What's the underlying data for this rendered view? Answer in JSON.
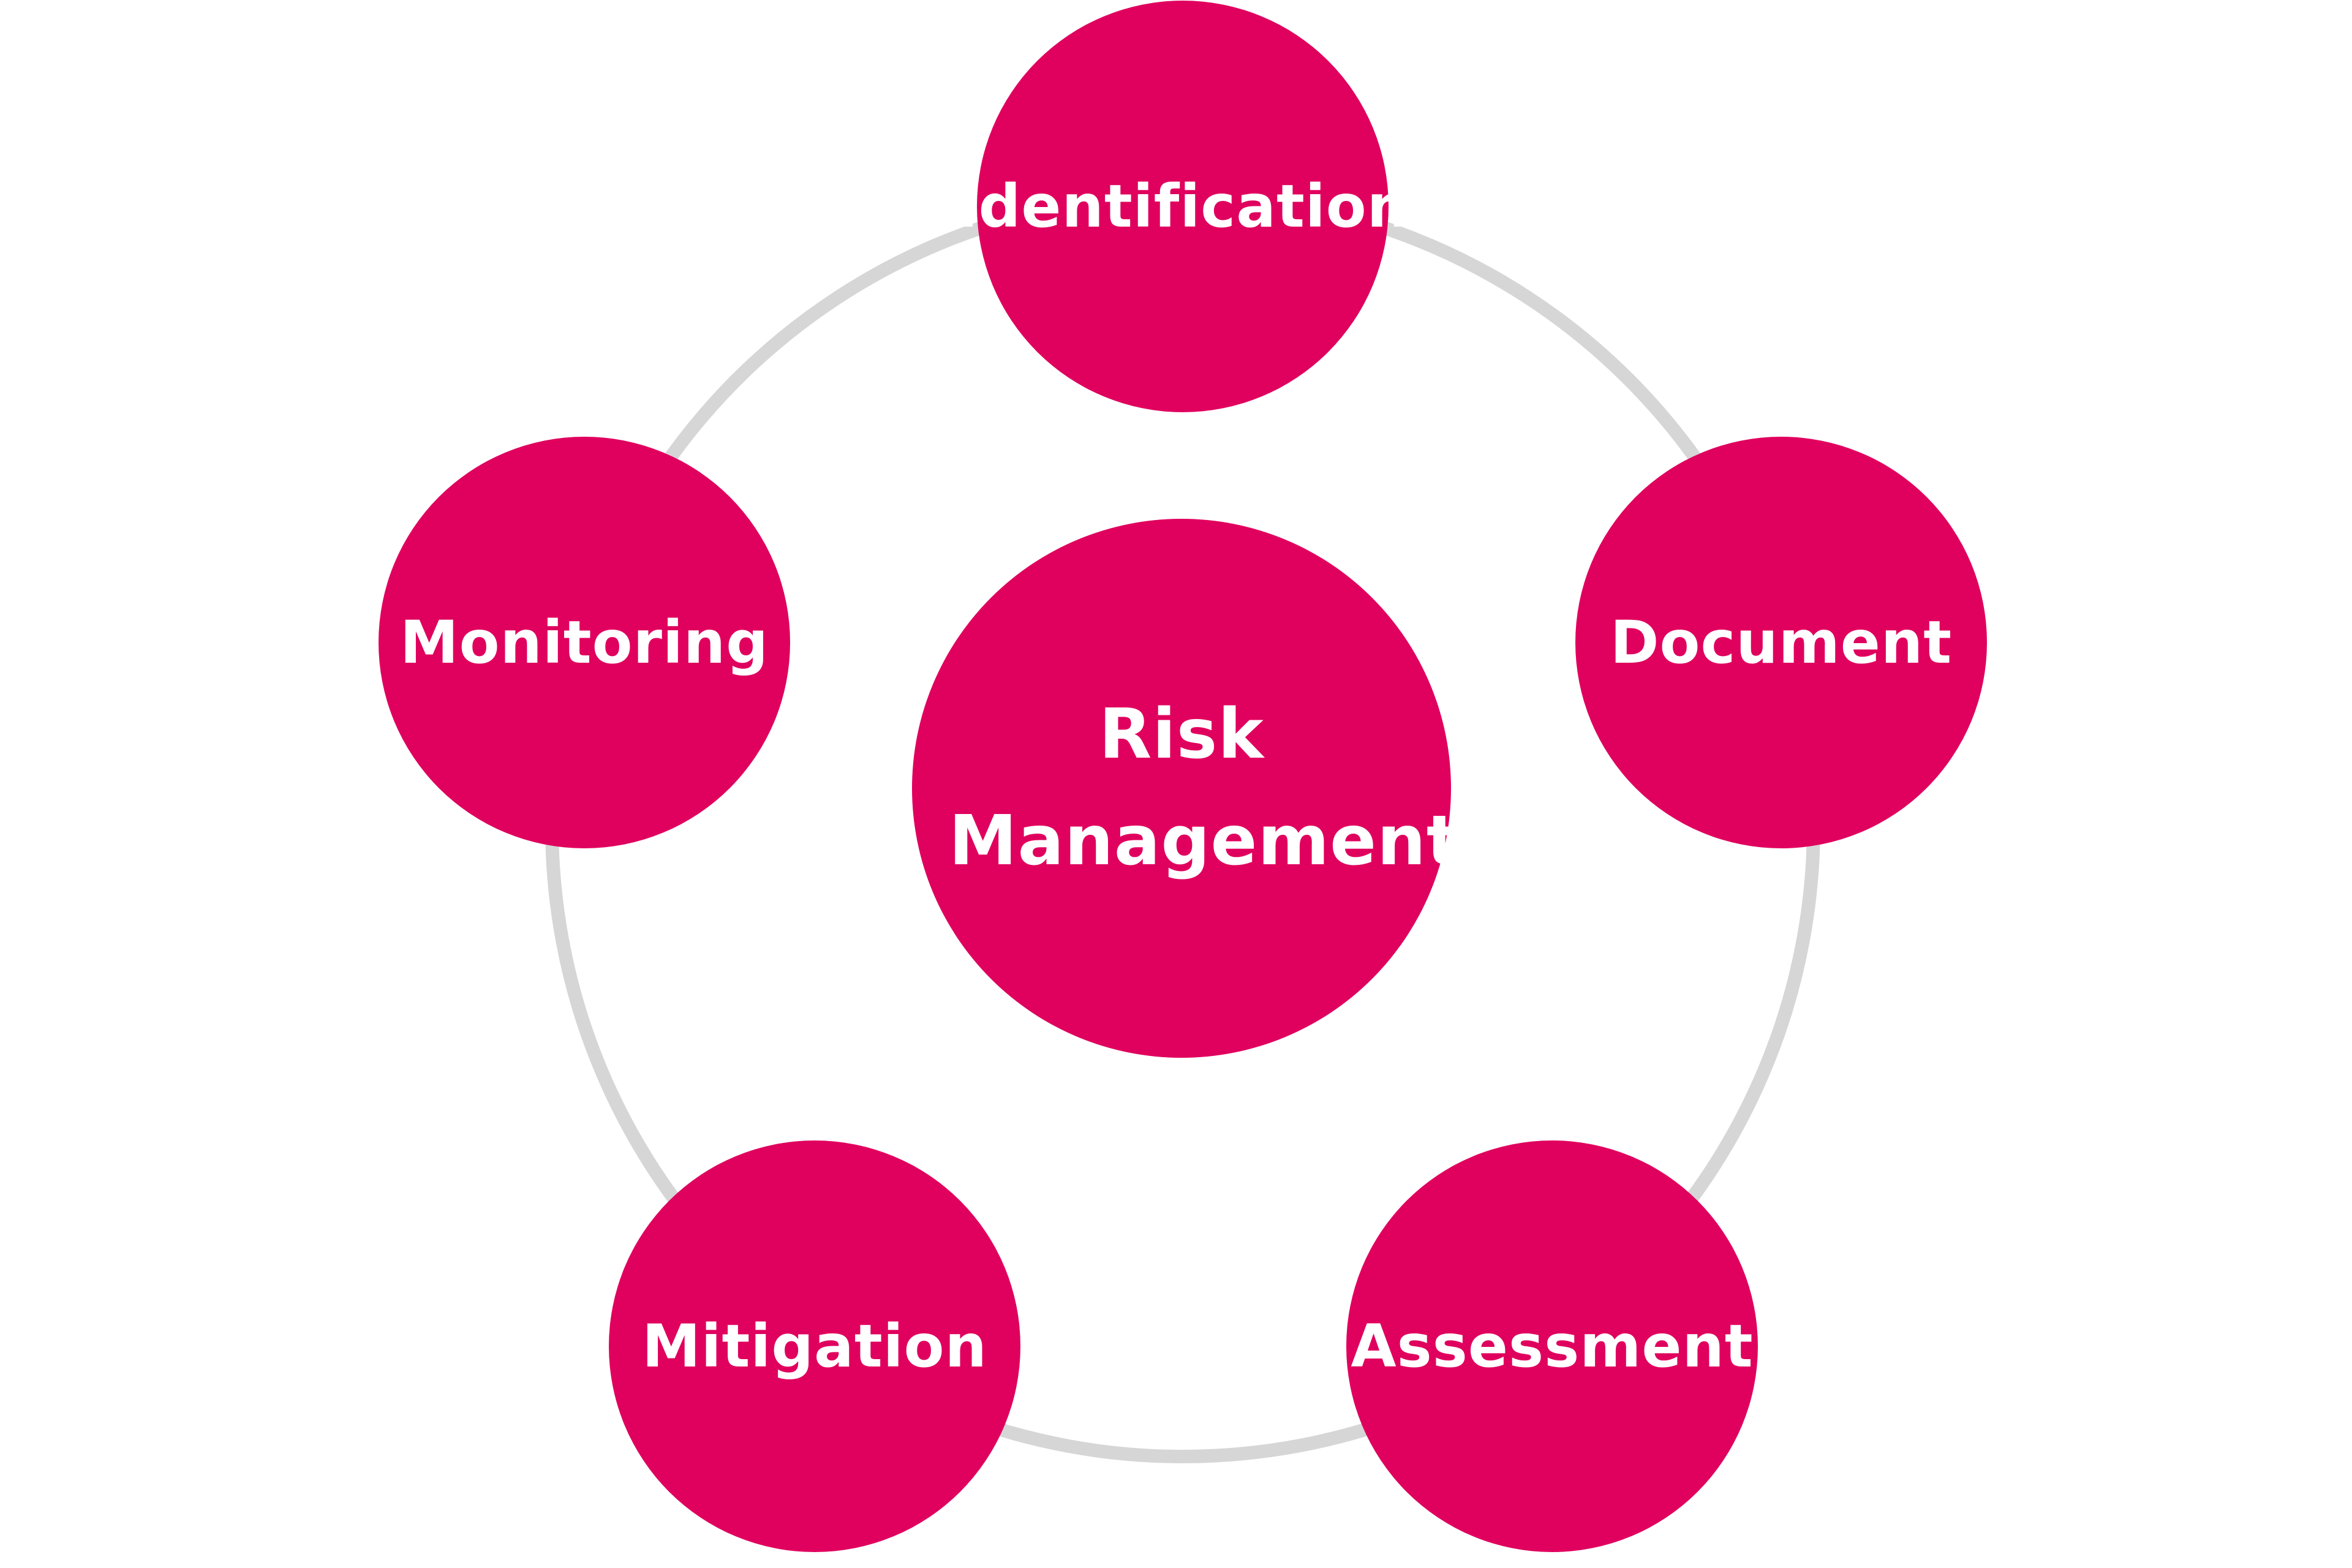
{
  "diagram": {
    "center": {
      "label": "Risk Management"
    },
    "nodes": [
      {
        "id": "identification",
        "label": "Identification"
      },
      {
        "id": "document",
        "label": "Document"
      },
      {
        "id": "assessment",
        "label": "Assessment"
      },
      {
        "id": "mitigation",
        "label": "Mitigation"
      },
      {
        "id": "monitoring",
        "label": "Monitoring"
      }
    ],
    "colors": {
      "node_fill": "#E0005E",
      "node_text": "#FFFFFF",
      "ring": "#D6D6D6",
      "background": "#FFFFFF"
    }
  }
}
